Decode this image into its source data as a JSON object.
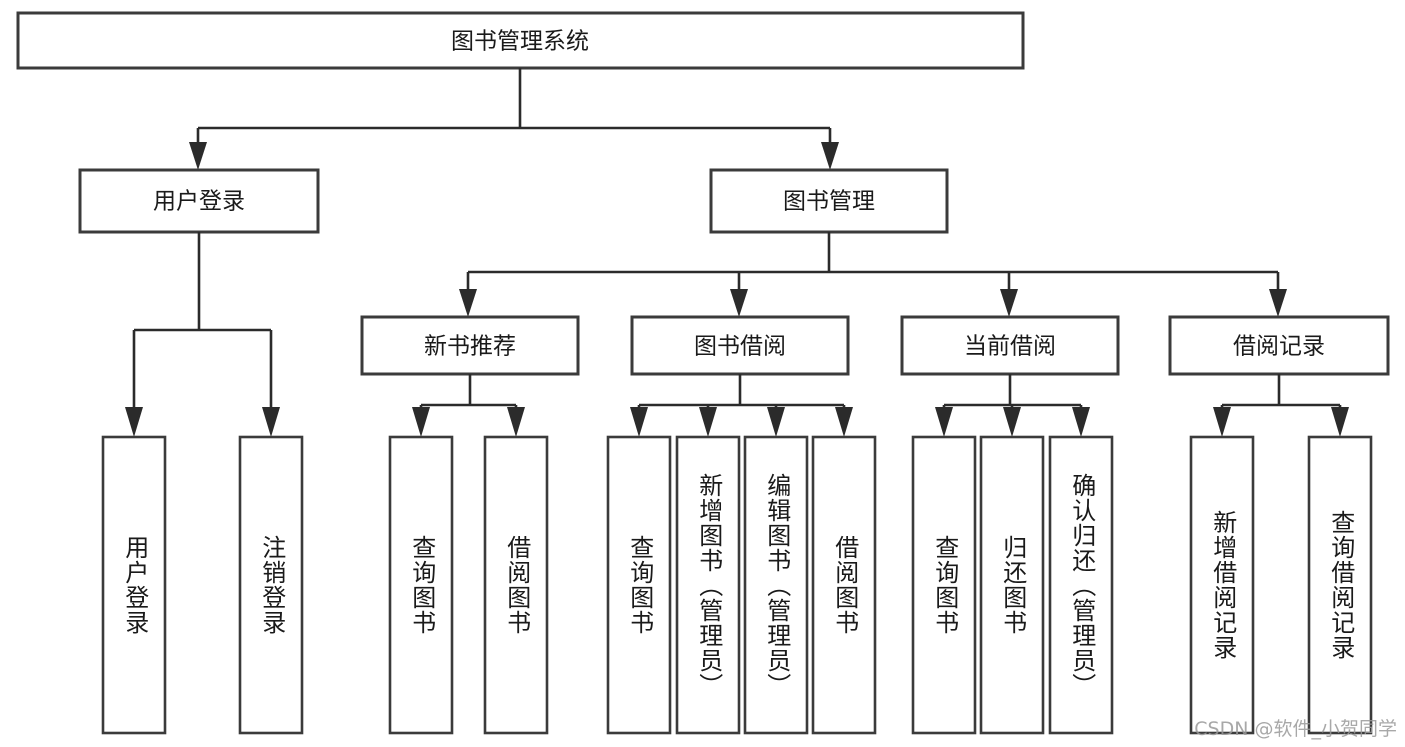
{
  "diagram": {
    "type": "tree",
    "title": "图书管理系统",
    "watermark": "CSDN @软件_小贺同学",
    "colors": {
      "box_stroke": "#3b3b3b",
      "connector": "#2b2b2b",
      "background": "#ffffff",
      "text": "#1a1a1a",
      "watermark": "#9a9a9a"
    },
    "root": {
      "label": "图书管理系统"
    },
    "level2": [
      {
        "label": "用户登录"
      },
      {
        "label": "图书管理"
      }
    ],
    "level3": [
      {
        "label": "新书推荐"
      },
      {
        "label": "图书借阅"
      },
      {
        "label": "当前借阅"
      },
      {
        "label": "借阅记录"
      }
    ],
    "leaves": {
      "user_login": [
        {
          "label": "用户登录"
        },
        {
          "label": "注销登录"
        }
      ],
      "new_book": [
        {
          "label": "查询图书"
        },
        {
          "label": "借阅图书"
        }
      ],
      "book_borrow": [
        {
          "label": "查询图书"
        },
        {
          "label": "新增图书（管理员）"
        },
        {
          "label": "编辑图书（管理员）"
        },
        {
          "label": "借阅图书"
        }
      ],
      "current_borrow": [
        {
          "label": "查询图书"
        },
        {
          "label": "归还图书"
        },
        {
          "label": "确认归还（管理员）"
        }
      ],
      "borrow_record": [
        {
          "label": "新增借阅记录"
        },
        {
          "label": "查询借阅记录"
        }
      ]
    }
  }
}
